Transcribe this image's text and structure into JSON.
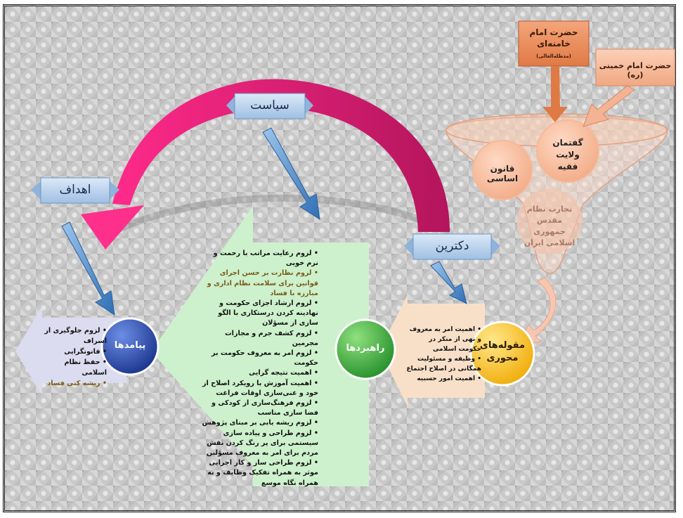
{
  "ribbons": {
    "siasat": "سیاست",
    "ahdaf": "اهداف",
    "doctrine": "دکترین"
  },
  "sources": {
    "khamenei_line1": "حضرت امام",
    "khamenei_line2": "خامنه‌ای",
    "khamenei_suffix": "(مدظله‌العالی)",
    "khomeini": "حضرت امام خمینی (ره)"
  },
  "funnel": {
    "velayat_line1": "گفتمان ولایت",
    "velayat_line2": "فقیه",
    "ghanoon": "قانون اساسی",
    "tajarob_line1": "تجارب نظام",
    "tajarob_line2": "مقدس جمهوری",
    "tajarob_line3": "اسلامی ایران"
  },
  "maghoolehha": {
    "title_line1": "مقوله‌های",
    "title_line2": "محوری",
    "items": [
      "اهمیت امر به معروف و نهی از منکر در حکومت اسلامی",
      "وظیفه و مسئولیت همگانی در اصلاح اجتماع",
      "اهمیت امور حسبیه"
    ]
  },
  "rahbordha": {
    "title": "راهبردها",
    "items": [
      {
        "text": "لزوم رعایت مراتب با رحمت و نرم خویی",
        "hl": false
      },
      {
        "text": "لزوم نظارت بر حسن اجرای قوانین برای سلامت نظام اداری و مبارزه با فساد",
        "hl": true
      },
      {
        "text": "لزوم ارشاد اجزای حکومت و نهادینه کردن درستکاری با الگو سازی از مسؤلان",
        "hl": false
      },
      {
        "text": "لزوم کشف جرم و مجازات مجرمین",
        "hl": false
      },
      {
        "text": "لزوم امر به معروف حکومت بر حکومت",
        "hl": false
      },
      {
        "text": "اهمیت نتیجه گرایی",
        "hl": false
      },
      {
        "text": "اهمیت آموزش با رویکرد اصلاح از خود و غنی‌سازی اوقات فراغت",
        "hl": false
      },
      {
        "text": "لزوم فرهنگ‌سازی از کودکی و فضا سازی مناسب",
        "hl": false
      },
      {
        "text": "لزوم ریشه یابی بر مبنای پژوهش",
        "hl": false
      },
      {
        "text": "لزوم طراحی و پیاده سازی سیستمی برای پر رنگ کردن نقش مردم برای امر به معروف مسؤلین",
        "hl": false
      },
      {
        "text": "لزوم طراحی ساز و کار اجرایی موثر به همراه تفکیک وظایف و به همراه نگاه موسع",
        "hl": false
      }
    ]
  },
  "payamadha": {
    "title": "پیامدها",
    "items": [
      {
        "text": "لزوم جلوگیری از اسراف",
        "hl": false
      },
      {
        "text": "قانونگرایی",
        "hl": false
      },
      {
        "text": "حفظ نظام اسلامی",
        "hl": false
      },
      {
        "text": "ریشه کنی فساد",
        "hl": true
      }
    ]
  },
  "colors": {
    "magenta_arrow": "#d81b72",
    "blue_arrow": "#3d7fc1",
    "green_arrow": "#c9f0c8",
    "peach_arrow": "#f6dcc3",
    "lavender_arrow": "#d9d8ef",
    "orange_box": "#e98a5c",
    "salmon_box": "#f1a98a",
    "yellow_circle": "#f7c21a",
    "green_circle": "#37a53a",
    "blue_circle": "#1f3d99"
  }
}
